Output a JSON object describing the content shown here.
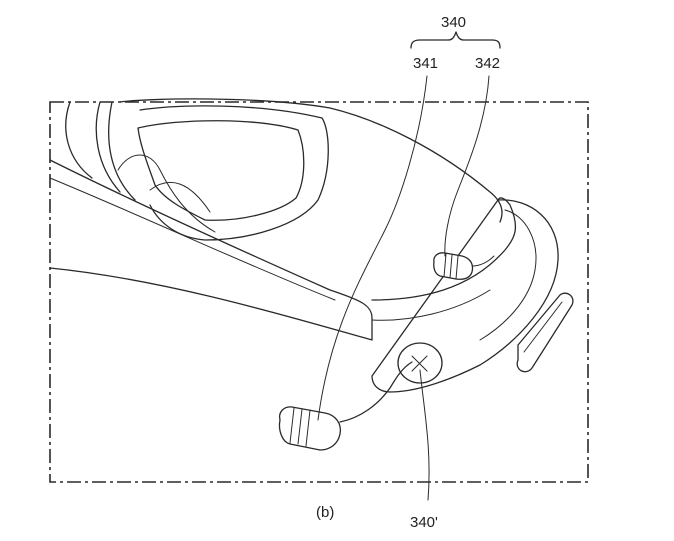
{
  "figure": {
    "caption": "(b)",
    "labels": {
      "group": "340",
      "earphone_left": "341",
      "earphone_right": "342",
      "port": "340'"
    }
  }
}
